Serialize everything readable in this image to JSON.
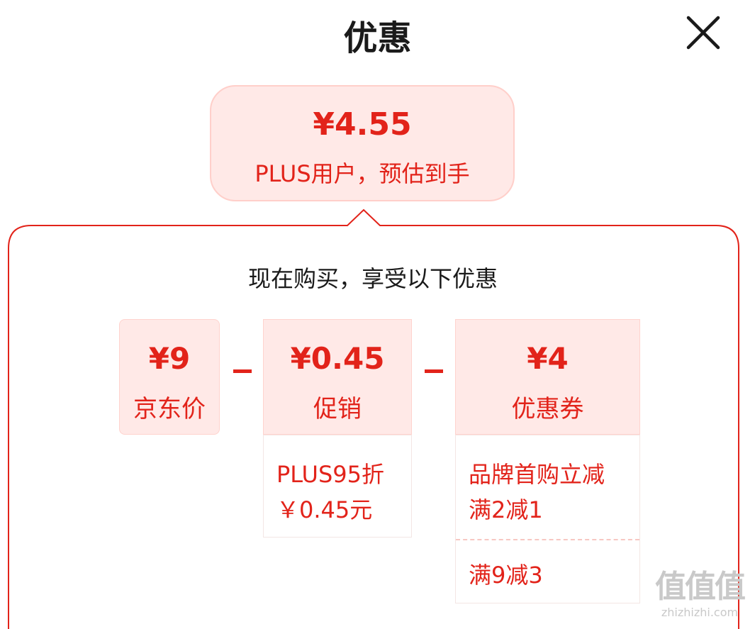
{
  "header": {
    "title": "优惠",
    "close_icon": "close-icon"
  },
  "summary": {
    "price": "¥4.55",
    "caption": "PLUS用户，预估到手"
  },
  "breakdown": {
    "heading": "现在购买，享受以下优惠",
    "jd_price": {
      "value": "¥9",
      "label": "京东价"
    },
    "promotion": {
      "value": "¥0.45",
      "label": "促销",
      "details": [
        "PLUS95折",
        "￥0.45元"
      ]
    },
    "coupon": {
      "value": "¥4",
      "label": "优惠券",
      "groups": [
        [
          "品牌首购立减",
          "满2减1"
        ],
        [
          "满9减3"
        ]
      ]
    }
  },
  "watermark": {
    "glyphs": "值值值",
    "url": "zhizhizhi.com"
  },
  "colors": {
    "accent": "#e2231a",
    "light_pink": "#ffe9e7",
    "border_pink": "#ffd3ce",
    "title_text": "#1a1a1a"
  }
}
